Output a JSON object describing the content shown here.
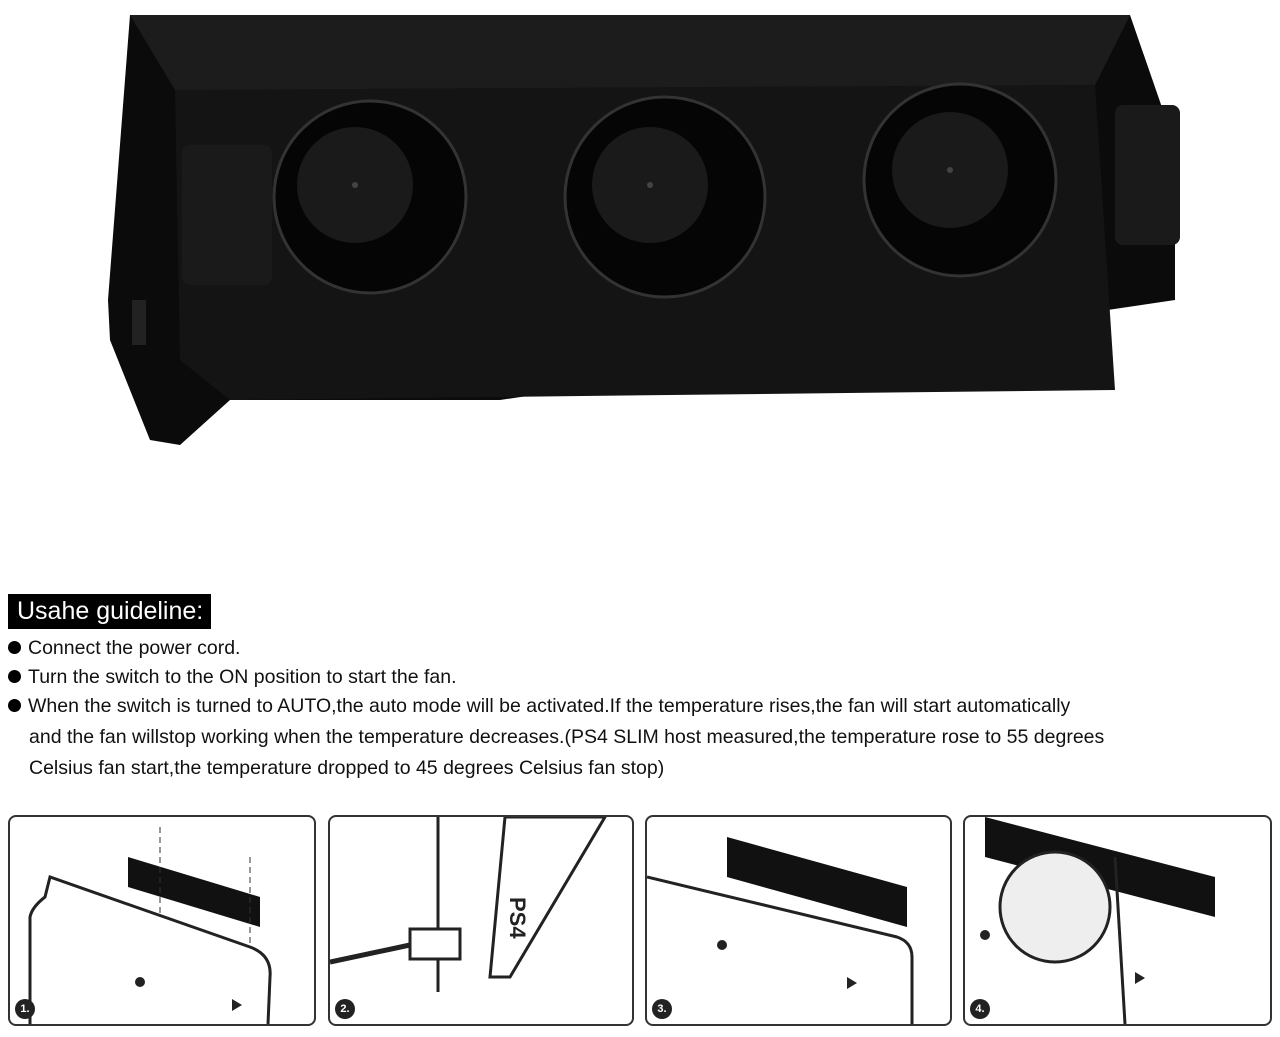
{
  "guide": {
    "heading": "Usahe guideline:",
    "bullets": [
      "Connect the power cord.",
      "Turn the switch to the ON position to start the fan.",
      "When the switch is turned to AUTO,the auto mode will be activated.If the temperature rises,the fan will start automatically"
    ],
    "continuation": [
      "and the fan willstop working when the temperature decreases.(PS4 SLIM host measured,the temperature rose to 55 degrees",
      "Celsius fan start,the temperature dropped to 45 degrees Celsius fan stop)"
    ]
  },
  "steps": [
    "1.",
    "2.",
    "3.",
    "4."
  ],
  "diagram_label": "PS4"
}
